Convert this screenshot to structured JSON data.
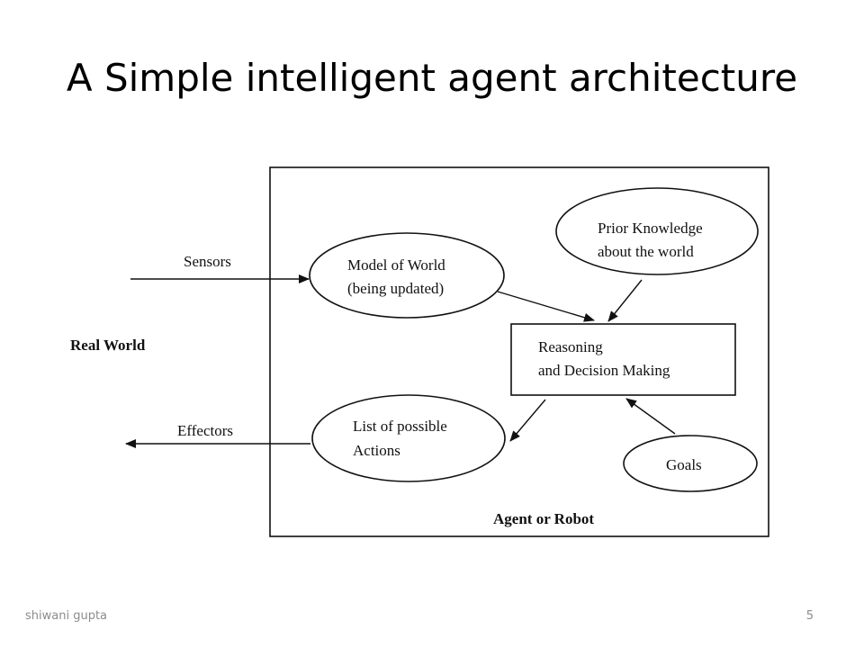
{
  "slide": {
    "title": "A Simple intelligent agent architecture",
    "footer_author": "shiwani gupta",
    "page_number": "5"
  },
  "diagram": {
    "container_label": "Agent or Robot",
    "outside_label": "Real World",
    "input_label": "Sensors",
    "output_label": "Effectors",
    "nodes": {
      "model_of_world": {
        "line1": "Model of World",
        "line2": "(being updated)"
      },
      "prior_knowledge": {
        "line1": "Prior Knowledge",
        "line2": "about the world"
      },
      "reasoning": {
        "line1": "Reasoning",
        "line2": "and Decision Making"
      },
      "possible_actions": {
        "line1": "List of possible",
        "line2": "Actions"
      },
      "goals": {
        "line1": "Goals"
      }
    },
    "edges": [
      {
        "from": "sensors",
        "to": "model_of_world"
      },
      {
        "from": "model_of_world",
        "to": "reasoning"
      },
      {
        "from": "prior_knowledge",
        "to": "reasoning"
      },
      {
        "from": "goals",
        "to": "reasoning"
      },
      {
        "from": "reasoning",
        "to": "possible_actions"
      },
      {
        "from": "possible_actions",
        "to": "effectors"
      }
    ]
  }
}
